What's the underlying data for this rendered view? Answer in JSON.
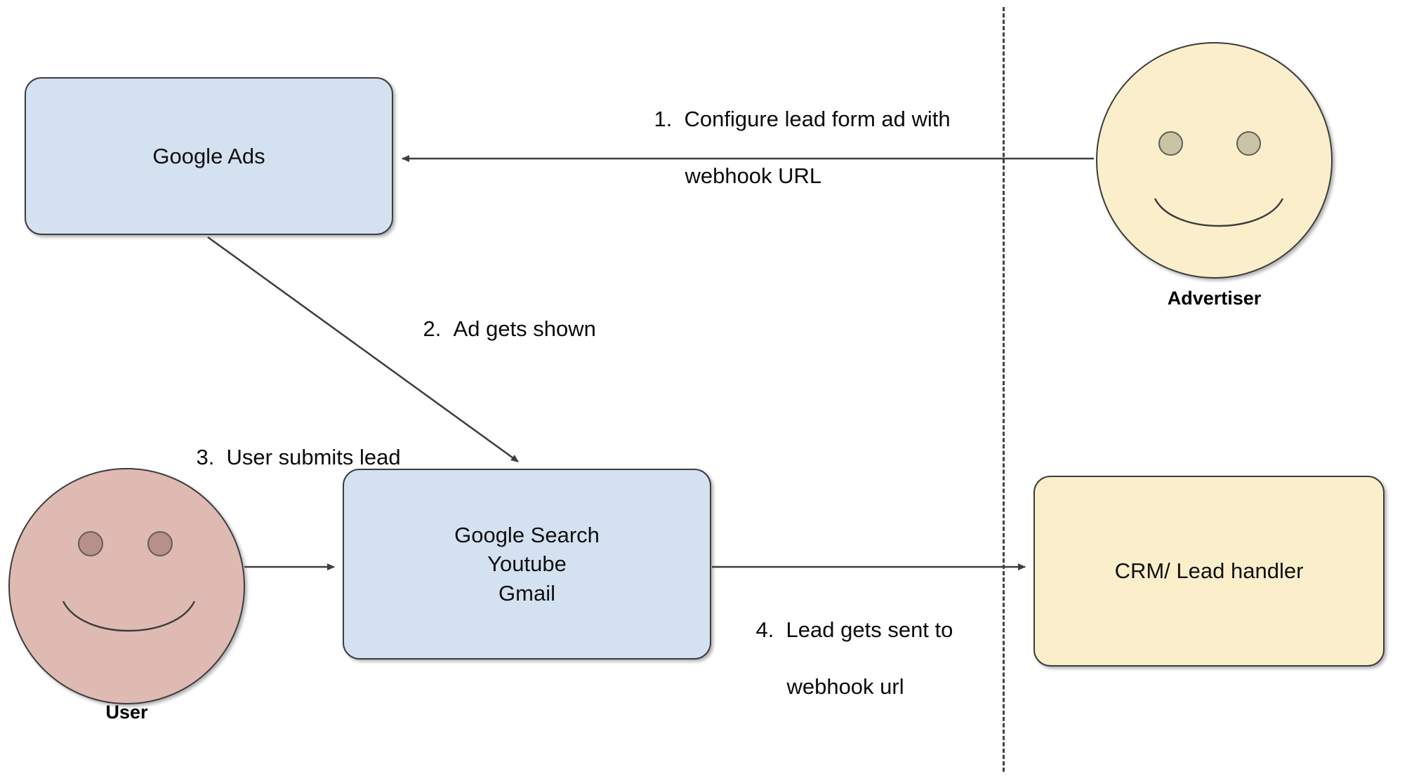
{
  "diagram": {
    "title_present": false,
    "colors": {
      "blue_fill": "#d4e1f0",
      "cream_fill": "#fbefcb",
      "pink_fill": "#dfbab3",
      "eye_tan": "#cbc4a4",
      "eye_rose": "#b79089",
      "stroke": "#3d3d3d",
      "divider": "#434343",
      "text": "#0b0b0b"
    },
    "nodes": {
      "google_ads": {
        "label": "Google Ads"
      },
      "google_surfaces": {
        "label": "Google Search\nYoutube\nGmail",
        "line1": "Google Search",
        "line2": "Youtube",
        "line3": "Gmail"
      },
      "crm": {
        "label": "CRM/ Lead handler"
      },
      "advertiser": {
        "label": "Advertiser"
      },
      "user": {
        "label": "User"
      }
    },
    "steps": [
      {
        "number": "1.",
        "text_line1": "Configure lead form ad with",
        "text_line2": "webhook URL"
      },
      {
        "number": "2.",
        "text_line1": "Ad gets shown",
        "text_line2": ""
      },
      {
        "number": "3.",
        "text_line1": "User submits lead",
        "text_line2": ""
      },
      {
        "number": "4.",
        "text_line1": "Lead gets sent to",
        "text_line2": "webhook url"
      }
    ]
  }
}
